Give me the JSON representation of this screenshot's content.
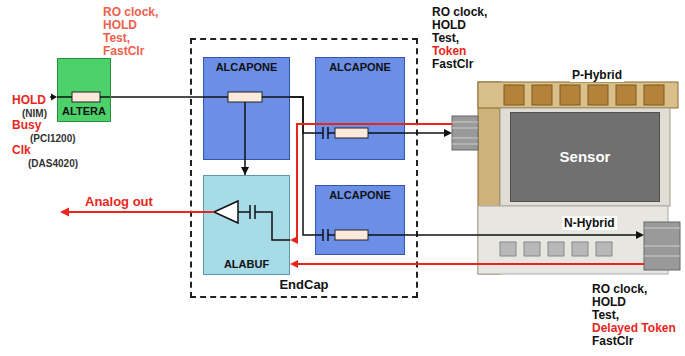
{
  "diagram": {
    "nodes": [
      {
        "text": [
          "ALTERA"
        ]
      },
      {
        "text": [
          "EndCap"
        ]
      },
      {
        "text": [
          "ALCAPONE"
        ],
        "in": 1
      },
      {
        "text": [
          "ALCAPONE"
        ],
        "in": 1
      },
      {
        "text": [
          "ALABUF"
        ],
        "in": 1
      },
      {
        "text": [
          "ALCAPONE"
        ],
        "in": 1
      },
      {
        "text": [
          "Sensor"
        ]
      }
    ],
    "edges": [
      {
        "from": 0,
        "to": 2,
        "arrow": "none"
      },
      {
        "from": 2,
        "to": 3,
        "arrow": "none"
      },
      {
        "from": 2,
        "to": 4,
        "arrow": "to"
      },
      {
        "from": 2,
        "to": 5,
        "arrow": "none"
      }
    ],
    "labels": [
      "RO clock,",
      "HOLD",
      "Test,",
      "FastClr",
      "HOLD",
      "(NIM)",
      "Busy",
      "(PCI1200)",
      "Clk",
      "(DAS4020)",
      "RO clock,",
      "HOLD",
      "Test,",
      "Token",
      "FastClr",
      "P-Hybrid",
      "Analog out",
      "N-Hybrid",
      "RO clock,",
      "HOLD",
      "Test,",
      "Delayed Token",
      "FastClr"
    ]
  }
}
